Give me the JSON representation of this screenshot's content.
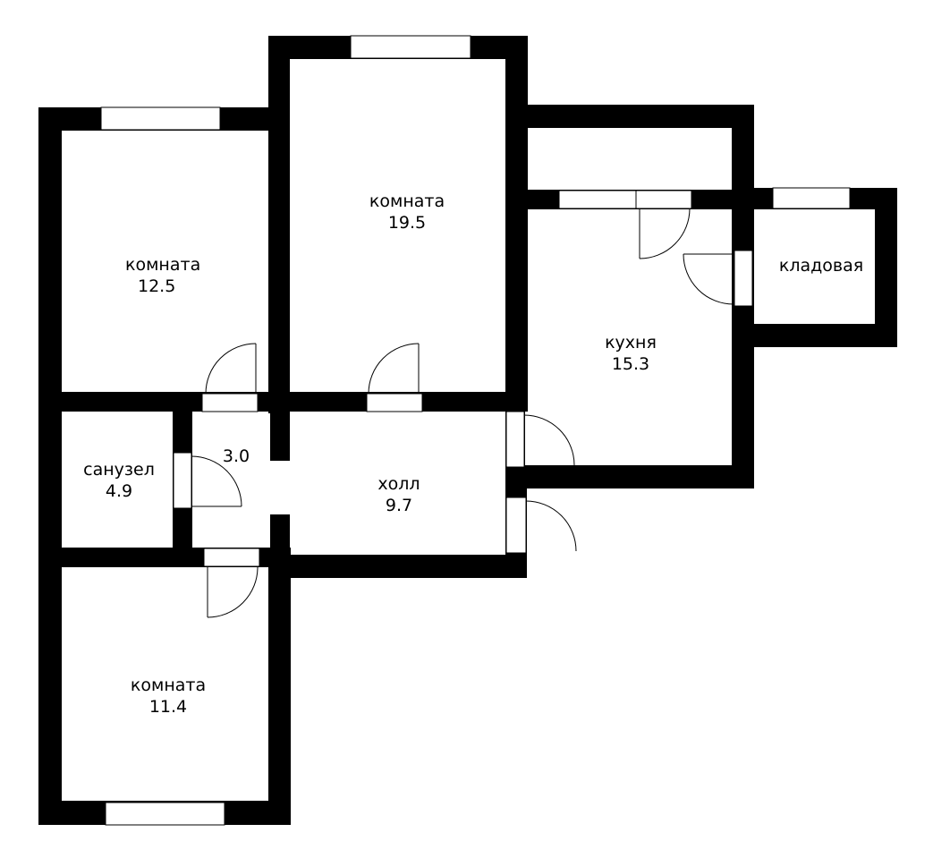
{
  "colors": {
    "wall": "#000000",
    "background": "#ffffff",
    "opening": "#ffffff"
  },
  "rooms": [
    {
      "id": "room-1",
      "name": "комната",
      "area": "12.5"
    },
    {
      "id": "room-2",
      "name": "комната",
      "area": "19.5"
    },
    {
      "id": "kitchen",
      "name": "кухня",
      "area": "15.3"
    },
    {
      "id": "storage",
      "name": "кладовая",
      "area": ""
    },
    {
      "id": "bathroom",
      "name": "санузел",
      "area": "4.9"
    },
    {
      "id": "corridor",
      "name": "",
      "area": "3.0"
    },
    {
      "id": "hall",
      "name": "холл",
      "area": "9.7"
    },
    {
      "id": "room-3",
      "name": "комната",
      "area": "11.4"
    }
  ]
}
